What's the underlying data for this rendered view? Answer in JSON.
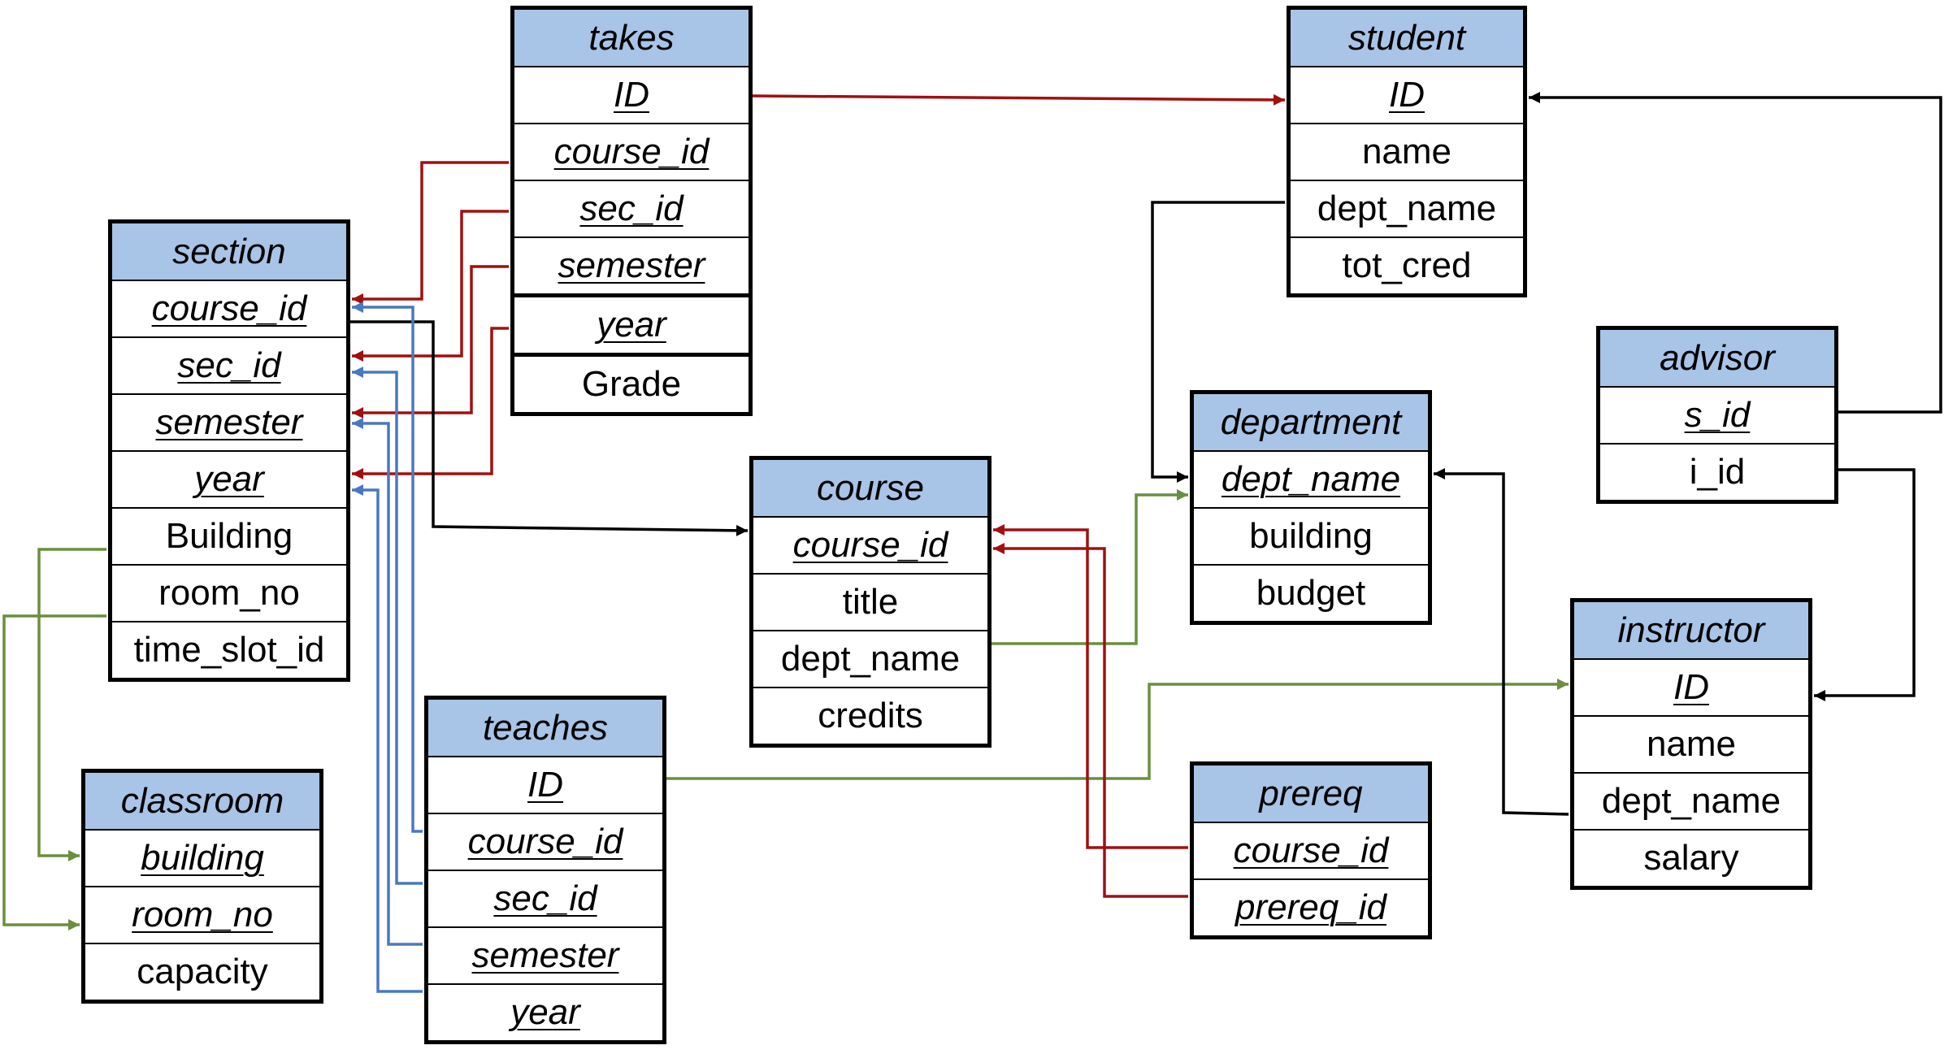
{
  "colors": {
    "header_fill": "#a8c4e6",
    "fk_red": "#a01010",
    "fk_blue": "#4a78c0",
    "fk_green": "#6a8f3e",
    "fk_black": "#000000"
  },
  "tables": {
    "takes": {
      "name": "takes",
      "attributes": [
        {
          "label": "ID",
          "key": true
        },
        {
          "label": "course_id",
          "key": true
        },
        {
          "label": "sec_id",
          "key": true
        },
        {
          "label": "semester",
          "key": true
        },
        {
          "label": "year",
          "key": true
        },
        {
          "label": "Grade",
          "key": false
        }
      ]
    },
    "student": {
      "name": "student",
      "attributes": [
        {
          "label": "ID",
          "key": true
        },
        {
          "label": "name",
          "key": false
        },
        {
          "label": "dept_name",
          "key": false
        },
        {
          "label": "tot_cred",
          "key": false
        }
      ]
    },
    "section": {
      "name": "section",
      "attributes": [
        {
          "label": "course_id",
          "key": true
        },
        {
          "label": "sec_id",
          "key": true
        },
        {
          "label": "semester",
          "key": true
        },
        {
          "label": "year",
          "key": true
        },
        {
          "label": "Building",
          "key": false
        },
        {
          "label": "room_no",
          "key": false
        },
        {
          "label": "time_slot_id",
          "key": false
        }
      ]
    },
    "advisor": {
      "name": "advisor",
      "attributes": [
        {
          "label": "s_id",
          "key": true
        },
        {
          "label": "i_id",
          "key": false
        }
      ]
    },
    "department": {
      "name": "department",
      "attributes": [
        {
          "label": "dept_name",
          "key": true
        },
        {
          "label": "building",
          "key": false
        },
        {
          "label": "budget",
          "key": false
        }
      ]
    },
    "course": {
      "name": "course",
      "attributes": [
        {
          "label": "course_id",
          "key": true
        },
        {
          "label": "title",
          "key": false
        },
        {
          "label": "dept_name",
          "key": false
        },
        {
          "label": "credits",
          "key": false
        }
      ]
    },
    "instructor": {
      "name": "instructor",
      "attributes": [
        {
          "label": "ID",
          "key": true
        },
        {
          "label": "name",
          "key": false
        },
        {
          "label": "dept_name",
          "key": false
        },
        {
          "label": "salary",
          "key": false
        }
      ]
    },
    "teaches": {
      "name": "teaches",
      "attributes": [
        {
          "label": "ID",
          "key": true
        },
        {
          "label": "course_id",
          "key": true
        },
        {
          "label": "sec_id",
          "key": true
        },
        {
          "label": "semester",
          "key": true
        },
        {
          "label": "year",
          "key": true
        }
      ]
    },
    "classroom": {
      "name": "classroom",
      "attributes": [
        {
          "label": "building",
          "key": true
        },
        {
          "label": "room_no",
          "key": true
        },
        {
          "label": "capacity",
          "key": false
        }
      ]
    },
    "prereq": {
      "name": "prereq",
      "attributes": [
        {
          "label": "course_id",
          "key": true
        },
        {
          "label": "prereq_id",
          "key": true
        }
      ]
    }
  },
  "relationships": [
    {
      "from": "takes.ID",
      "to": "student.ID",
      "color": "fk_red"
    },
    {
      "from": "takes.course_id",
      "to": "section.course_id",
      "color": "fk_red"
    },
    {
      "from": "takes.sec_id",
      "to": "section.sec_id",
      "color": "fk_red"
    },
    {
      "from": "takes.semester",
      "to": "section.semester",
      "color": "fk_red"
    },
    {
      "from": "takes.year",
      "to": "section.year",
      "color": "fk_red"
    },
    {
      "from": "section.course_id",
      "to": "course.course_id",
      "color": "fk_black"
    },
    {
      "from": "section.Building",
      "to": "classroom.building",
      "color": "fk_green"
    },
    {
      "from": "section.room_no",
      "to": "classroom.room_no",
      "color": "fk_green"
    },
    {
      "from": "teaches.course_id",
      "to": "section.course_id",
      "color": "fk_blue"
    },
    {
      "from": "teaches.sec_id",
      "to": "section.sec_id",
      "color": "fk_blue"
    },
    {
      "from": "teaches.semester",
      "to": "section.semester",
      "color": "fk_blue"
    },
    {
      "from": "teaches.year",
      "to": "section.year",
      "color": "fk_blue"
    },
    {
      "from": "teaches.ID",
      "to": "instructor.ID",
      "color": "fk_green"
    },
    {
      "from": "course.dept_name",
      "to": "department.dept_name",
      "color": "fk_green"
    },
    {
      "from": "student.dept_name",
      "to": "department.dept_name",
      "color": "fk_black"
    },
    {
      "from": "instructor.dept_name",
      "to": "department.dept_name",
      "color": "fk_black"
    },
    {
      "from": "advisor.s_id",
      "to": "student.ID",
      "color": "fk_black"
    },
    {
      "from": "advisor.i_id",
      "to": "instructor.ID",
      "color": "fk_black"
    },
    {
      "from": "prereq.course_id",
      "to": "course.course_id",
      "color": "fk_red"
    },
    {
      "from": "prereq.prereq_id",
      "to": "course.course_id",
      "color": "fk_red"
    }
  ]
}
